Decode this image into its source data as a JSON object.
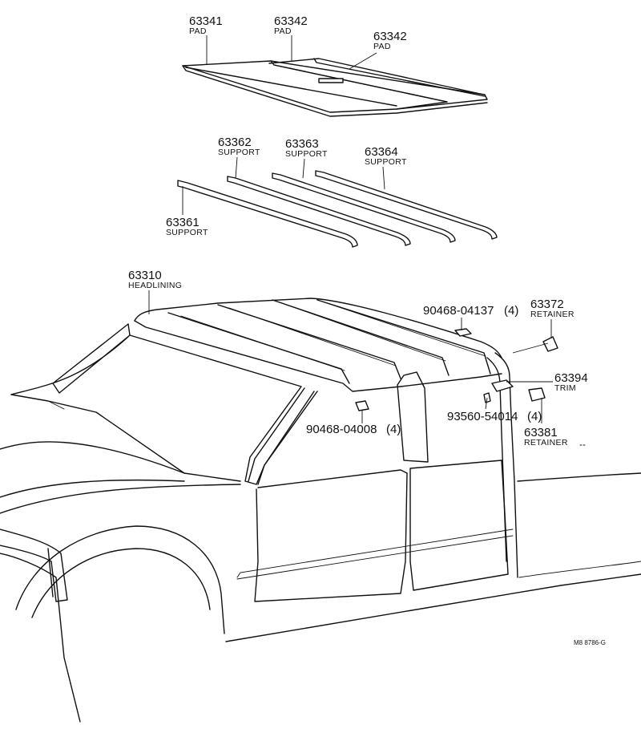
{
  "callouts": {
    "pad_63341": {
      "num": "63341",
      "name": "PAD"
    },
    "pad_63342_a": {
      "num": "63342",
      "name": "PAD"
    },
    "pad_63342_b": {
      "num": "63342",
      "name": "PAD"
    },
    "support_63362": {
      "num": "63362",
      "name": "SUPPORT"
    },
    "support_63363": {
      "num": "63363",
      "name": "SUPPORT"
    },
    "support_63364": {
      "num": "63364",
      "name": "SUPPORT"
    },
    "support_63361": {
      "num": "63361",
      "name": "SUPPORT"
    },
    "headlining_63310": {
      "num": "63310",
      "name": "HEADLINING"
    },
    "clip_90468_04137": {
      "num": "90468-04137",
      "qty": "(4)"
    },
    "retainer_63372": {
      "num": "63372",
      "name": "RETAINER"
    },
    "trim_63394": {
      "num": "63394",
      "name": "TRIM"
    },
    "screw_93560_54014": {
      "num": "93560-54014",
      "qty": "(4)"
    },
    "retainer_63381": {
      "num": "63381",
      "name": "RETAINER"
    },
    "clip_90468_04008": {
      "num": "90468-04008",
      "qty": "(4)"
    }
  },
  "drawing_code": "M8 8786-G"
}
